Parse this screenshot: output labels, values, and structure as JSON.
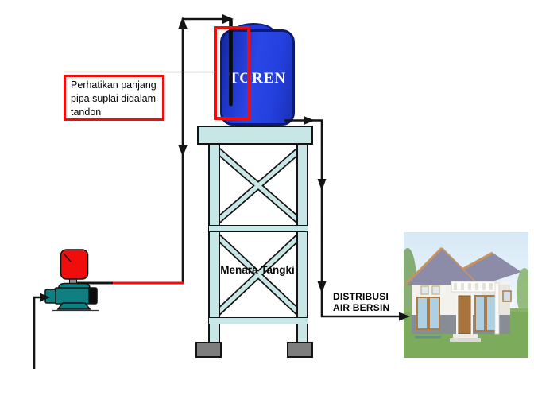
{
  "diagram": {
    "annotation": {
      "lines": [
        "Perhatikan panjang",
        "pipa suplai didalam",
        "tandon"
      ]
    },
    "tank": {
      "label": "TOREN"
    },
    "tower": {
      "label": "Menara Tangki"
    },
    "distribution": {
      "lines": [
        "DISTRIBUSI",
        "AIR BERSIN"
      ]
    }
  },
  "colors": {
    "highlight_red": "#f20d0d",
    "pipe_black": "#141414",
    "leader_gray": "#7f7f7f",
    "tank_blue": "#2239d6",
    "tank_border": "#0d1b6e",
    "structure_cyan": "#c9e6e6",
    "footing_gray": "#7d7d7d",
    "pump_body_teal": "#0f7f81",
    "pump_tank_red": "#f20d0d",
    "tank_label_white": "#ffffff"
  }
}
